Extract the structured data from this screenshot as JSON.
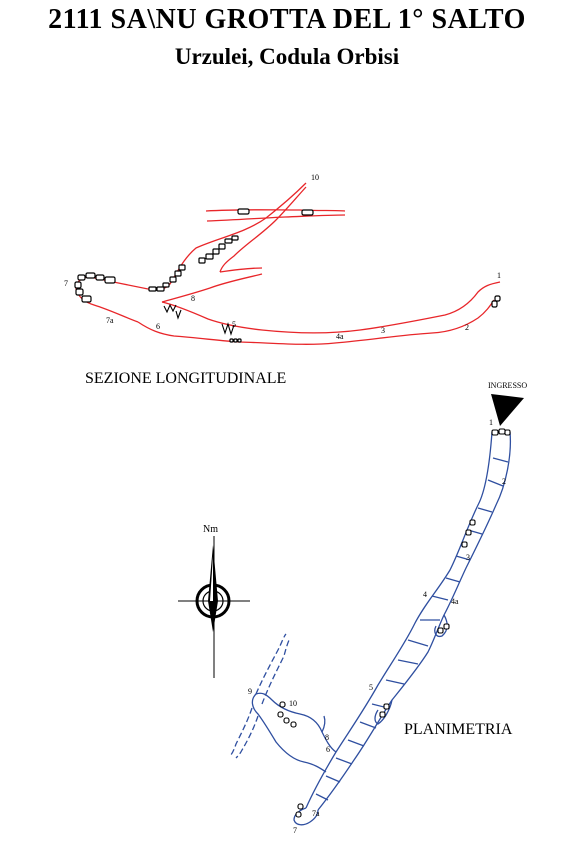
{
  "header": {
    "title": "2111 SA\\NU GROTTA DEL 1° SALTO",
    "subtitle": "Urzulei, Codula Orbisi"
  },
  "sections": {
    "longitudinal_label": "SEZIONE LONGITUDINALE",
    "plan_label": "PLANIMETRIA"
  },
  "compass": {
    "label": "Nm"
  },
  "entrance": {
    "label": "INGRESSO"
  },
  "section_stations": [
    "10",
    "1",
    "7",
    "8",
    "7a",
    "6",
    "5",
    "4a",
    "3",
    "2"
  ],
  "plan_stations": [
    "1",
    "2",
    "3",
    "4",
    "4a",
    "5",
    "9",
    "10",
    "8",
    "6",
    "7a",
    "7"
  ],
  "colors": {
    "section_line": "#e8262a",
    "plan_line": "#2f4fa0",
    "ink": "#000000"
  }
}
